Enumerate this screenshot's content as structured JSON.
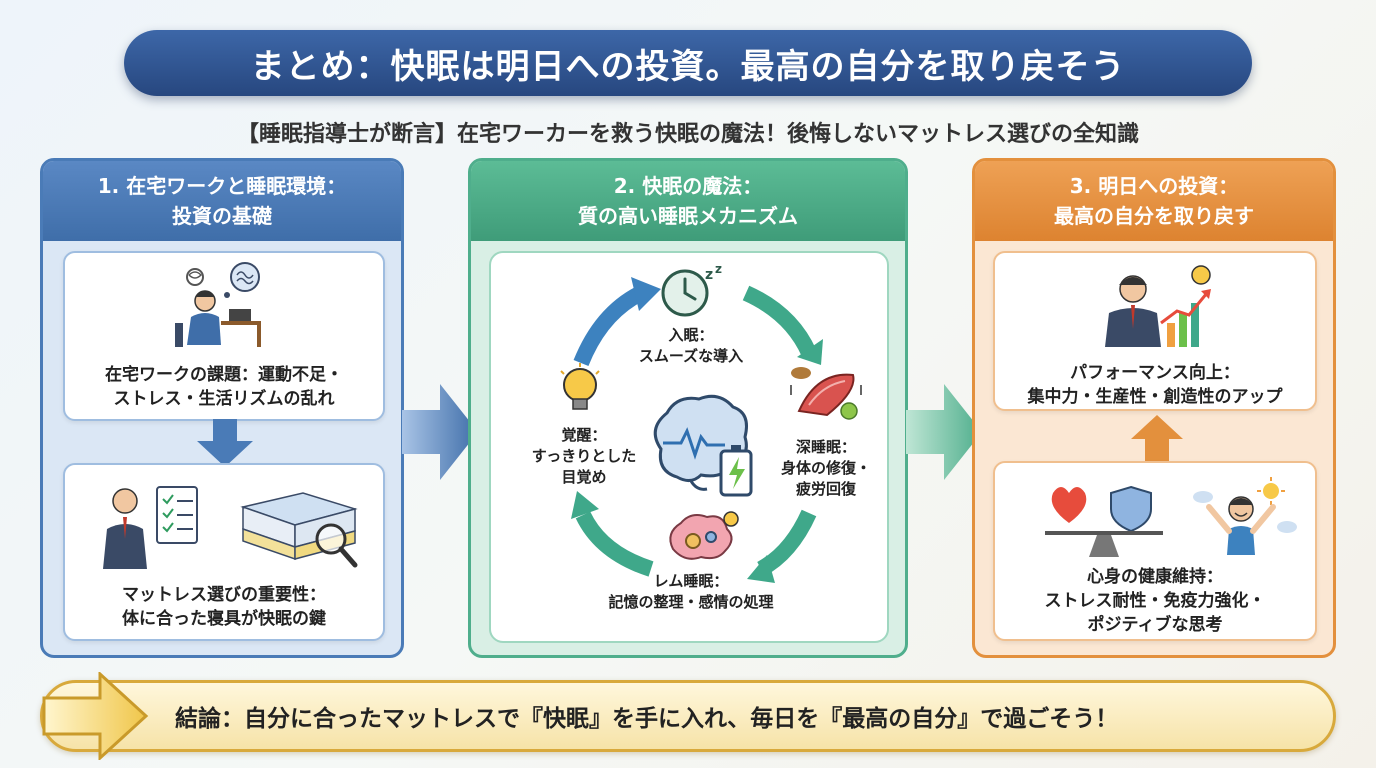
{
  "title": "まとめ：快眠は明日への投資。最高の自分を取り戻そう",
  "subtitle": "【睡眠指導士が断言】在宅ワーカーを救う快眠の魔法！後悔しないマットレス選びの全知識",
  "col1": {
    "head_line1": "1. 在宅ワークと睡眠環境：",
    "head_line2": "投資の基礎",
    "card1_line1": "在宅ワークの課題：運動不足・",
    "card1_line2": "ストレス・生活リズムの乱れ",
    "card2_line1": "マットレス選びの重要性：",
    "card2_line2": "体に合った寝具が快眠の鍵"
  },
  "col2": {
    "head_line1": "2. 快眠の魔法：",
    "head_line2": "質の高い睡眠メカニズム",
    "stage1_line1": "入眠：",
    "stage1_line2": "スムーズな導入",
    "stage2_line1": "深睡眠：",
    "stage2_line2": "身体の修復・",
    "stage2_line3": "疲労回復",
    "stage3_line1": "レム睡眠：",
    "stage3_line2": "記憶の整理・感情の処理",
    "stage4_line1": "覚醒：",
    "stage4_line2": "すっきりとした",
    "stage4_line3": "目覚め"
  },
  "col3": {
    "head_line1": "3. 明日への投資：",
    "head_line2": "最高の自分を取り戻す",
    "card1_line1": "パフォーマンス向上：",
    "card1_line2": "集中力・生産性・創造性のアップ",
    "card2_line1": "心身の健康維持：",
    "card2_line2": "ストレス耐性・免疫力強化・",
    "card2_line3": "ポジティブな思考"
  },
  "conclusion": "結論：自分に合ったマットレスで『快眠』を手に入れ、毎日を『最高の自分』で過ごそう！",
  "colors": {
    "blue": "#4a7bb7",
    "green": "#4fae8c",
    "orange": "#e3903d",
    "gold": "#d8a93c"
  }
}
